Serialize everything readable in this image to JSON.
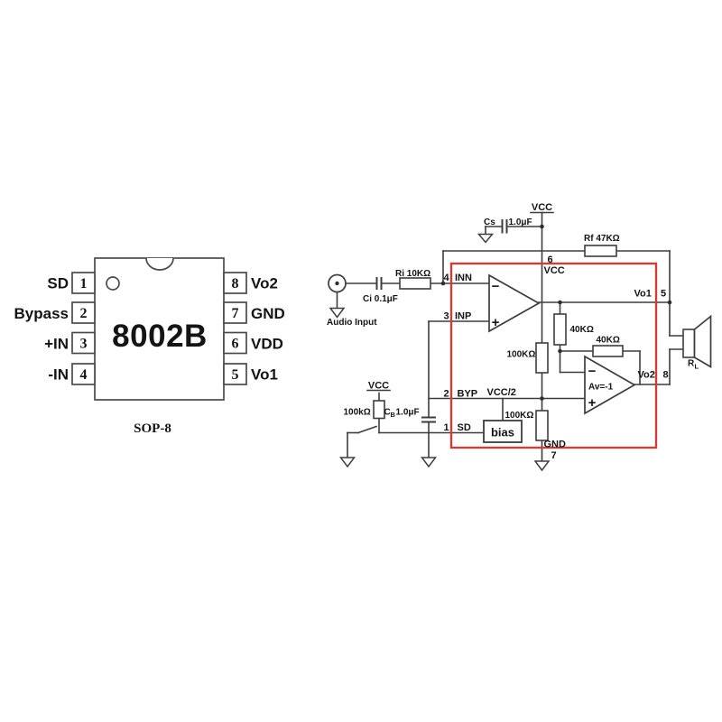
{
  "pinout": {
    "chip_name": "8002B",
    "package": "SOP-8",
    "left_pins": [
      {
        "number": "1",
        "label": "SD"
      },
      {
        "number": "2",
        "label": "Bypass"
      },
      {
        "number": "3",
        "label": "+IN"
      },
      {
        "number": "4",
        "label": "-IN"
      }
    ],
    "right_pins": [
      {
        "number": "8",
        "label": "Vo2"
      },
      {
        "number": "7",
        "label": "GND"
      },
      {
        "number": "6",
        "label": "VDD"
      },
      {
        "number": "5",
        "label": "Vo1"
      }
    ]
  },
  "schematic": {
    "power": {
      "vcc_top": "VCC",
      "vcc_switch": "VCC",
      "vcc_pin": "VCC",
      "vcc_half": "VCC/2"
    },
    "input": {
      "jack_label": "Audio Input",
      "ci": "Ci 0.1μF",
      "ri": "Ri 10KΩ"
    },
    "supply_cap": {
      "name": "Cs",
      "value": "1.0μF"
    },
    "feedback": {
      "rf": "Rf 47KΩ"
    },
    "internal": {
      "r_40k_vert": "40KΩ",
      "r_40k_horiz": "40KΩ",
      "r_100k_upper": "100KΩ",
      "r_100k_lower": "100KΩ",
      "bias": "bias",
      "gain": "Av=-1"
    },
    "shutdown": {
      "r_pullup": "100kΩ",
      "cb_name": "C",
      "cb_sub": "B",
      "cb_value": "1.0μF"
    },
    "opamp": {
      "minus": "−",
      "plus": "+"
    },
    "pins": {
      "inn_num": "4",
      "inn": "INN",
      "inp_num": "3",
      "inp": "INP",
      "byp_num": "2",
      "byp": "BYP",
      "sd_num": "1",
      "sd": "SD",
      "vcc_num": "6",
      "vcc": "VCC",
      "gnd_num": "7",
      "gnd": "GND",
      "vo1": "Vo1",
      "vo1_num": "5",
      "vo2": "Vo2",
      "vo2_num": "8"
    },
    "load": {
      "name": "R",
      "sub": "L"
    },
    "colors": {
      "accent": "#c5413c",
      "stroke": "#3d3d3d"
    }
  }
}
